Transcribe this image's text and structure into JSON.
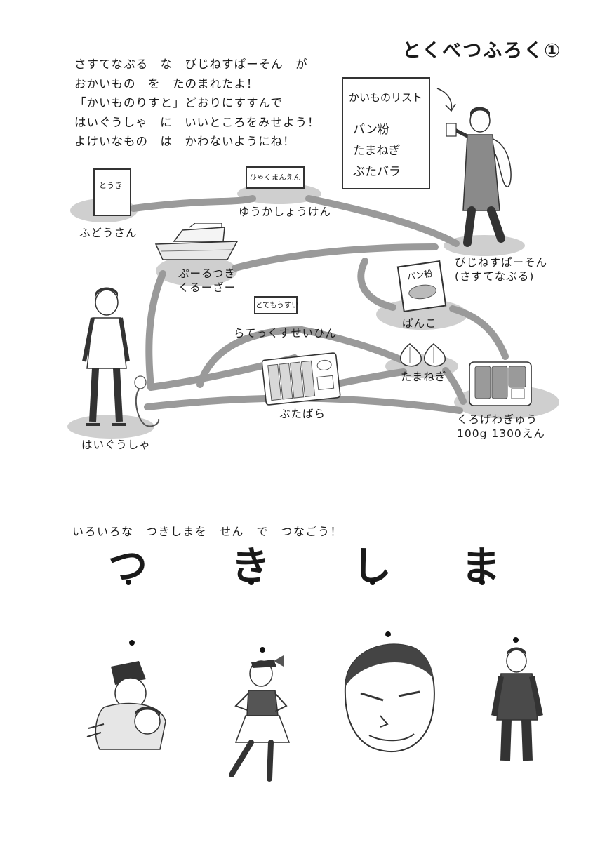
{
  "title": "とくべつふろく①",
  "instructions": [
    "さすてなぶる　な　びじねすぱーそん　が",
    "おかいもの　を　たのまれたよ！",
    "「かいものりすと」どおりにすすんで",
    "はいぐうしゃ　に　いいところをみせよう！",
    "よけいなもの　は　かわないようにね！"
  ],
  "shopping_list": {
    "title": "かいものリスト",
    "items": [
      "パン粉",
      "たまねぎ",
      "ぶたバラ"
    ]
  },
  "map_locations": {
    "fudousan": "ふどうさん",
    "fudousan_sign": "とうき",
    "yuukashouken": "ゆうかしょうけん",
    "yuukashouken_sign": "ひゃくまんえん",
    "cruiser": [
      "ぷーるつき",
      "くるーざー"
    ],
    "businessperson": [
      "びじねすぱーそん",
      "(さすてなぶる)"
    ],
    "panko": "ぱんこ",
    "panko_bag": "パン粉",
    "lattice": "らてっくすせいひん",
    "lattice_sign": "とてもうすい",
    "tamanegi": "たまねぎ",
    "butabara": "ぶたばら",
    "wagyu": [
      "くろげわぎゅう",
      "100g 1300えん"
    ],
    "spouse": "はいぐうしゃ"
  },
  "connect_section": {
    "instruction": "いろいろな　つきしまを　せん　で　つなごう！",
    "kana": [
      "つ",
      "き",
      "し",
      "ま"
    ]
  },
  "colors": {
    "road": "#9a9a9a",
    "shadow": "#cfcfcf",
    "ink": "#1a1a1a"
  }
}
